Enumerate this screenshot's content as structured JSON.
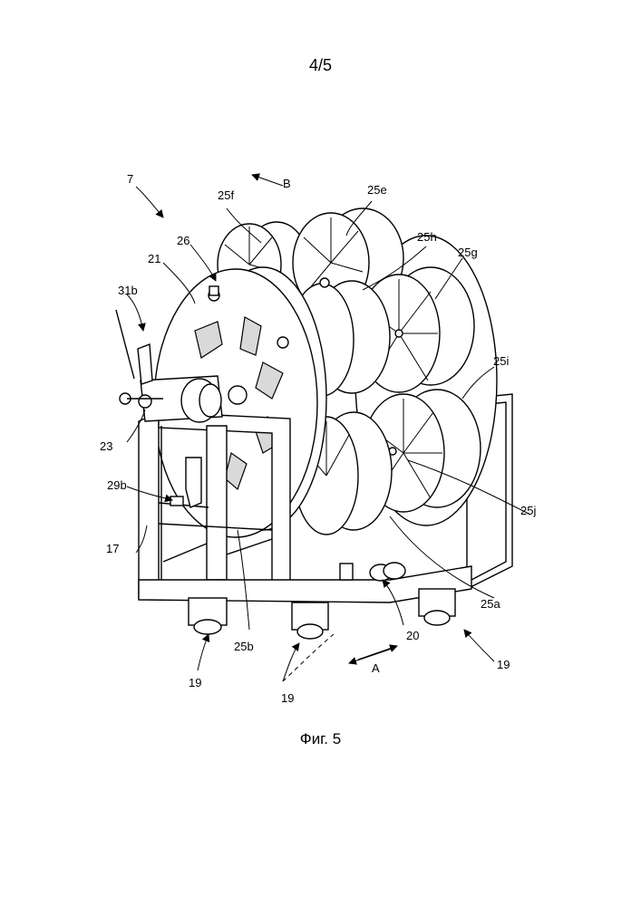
{
  "header": {
    "page_number": "4/5"
  },
  "figure": {
    "caption": "Фиг. 5",
    "labels": {
      "l7": "7",
      "lB": "B",
      "l25e": "25e",
      "l25f": "25f",
      "l25h": "25h",
      "l25g": "25g",
      "l26": "26",
      "l21": "21",
      "l31b": "31b",
      "l25i": "25i",
      "l23": "23",
      "l29b": "29b",
      "l25j": "25j",
      "l17": "17",
      "l25a": "25a",
      "l20": "20",
      "l25b": "25b",
      "l19a": "19",
      "l19b": "19",
      "l19c": "19",
      "lA": "A"
    }
  }
}
